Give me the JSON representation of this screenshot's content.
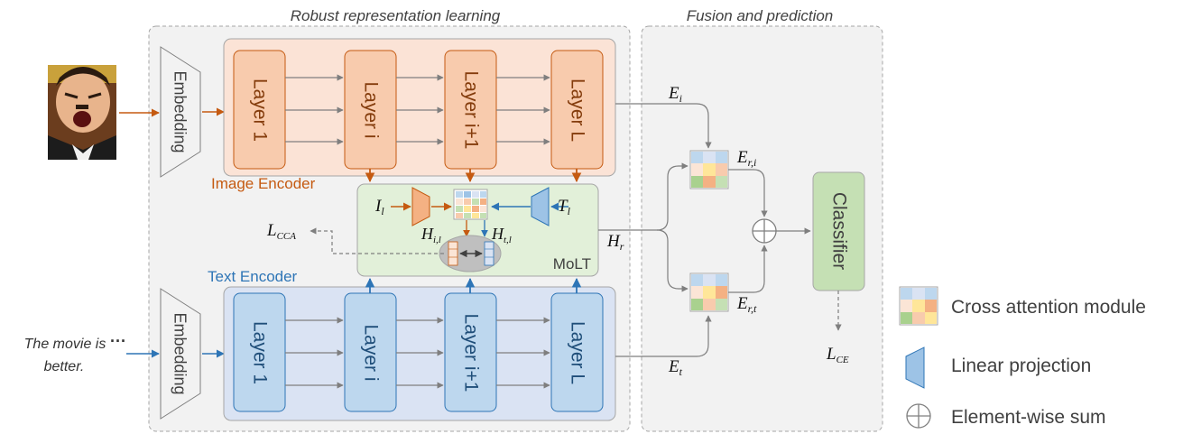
{
  "sections": {
    "left_title": "Robust representation learning",
    "right_title": "Fusion and prediction"
  },
  "image_encoder": {
    "label": "Image Encoder",
    "embedding": "Embedding",
    "layers": [
      "Layer 1",
      "Layer i",
      "Layer i+1",
      "Layer L"
    ]
  },
  "text_encoder": {
    "label": "Text Encoder",
    "embedding": "Embedding",
    "layers": [
      "Layer 1",
      "Layer i",
      "Layer i+1",
      "Layer L"
    ]
  },
  "text_input": {
    "line1": "The movie is",
    "line2": "better.",
    "ellipsis": "···"
  },
  "molt": {
    "label": "MoLT",
    "I": "I",
    "I_sub": "l",
    "T": "T",
    "T_sub": "l",
    "Hi": "H",
    "Hi_sub": "i,l",
    "Ht": "H",
    "Ht_sub": "t,l",
    "Hr": "H",
    "Hr_sub": "r"
  },
  "losses": {
    "cca": "L",
    "cca_sub": "CCA",
    "ce": "L",
    "ce_sub": "CE"
  },
  "embeddings": {
    "Ei": "E",
    "Ei_sub": "i",
    "Et": "E",
    "Et_sub": "t",
    "Eri": "E",
    "Eri_sub": "r,i",
    "Ert": "E",
    "Ert_sub": "r,t"
  },
  "classifier": {
    "label": "Classifier"
  },
  "legend": [
    {
      "label": "Cross attention module",
      "icon": "cross-attention-icon"
    },
    {
      "label": "Linear projection",
      "icon": "linear-projection-icon"
    },
    {
      "label": "Element-wise sum",
      "icon": "element-wise-sum-icon"
    }
  ],
  "colors": {
    "orange": "#c55a11",
    "blue": "#2e75b6",
    "image_panel": "#fbe3d6",
    "text_panel": "#dae3f3",
    "molt_panel": "#e2f0d9",
    "classifier": "#c5e0b4"
  }
}
